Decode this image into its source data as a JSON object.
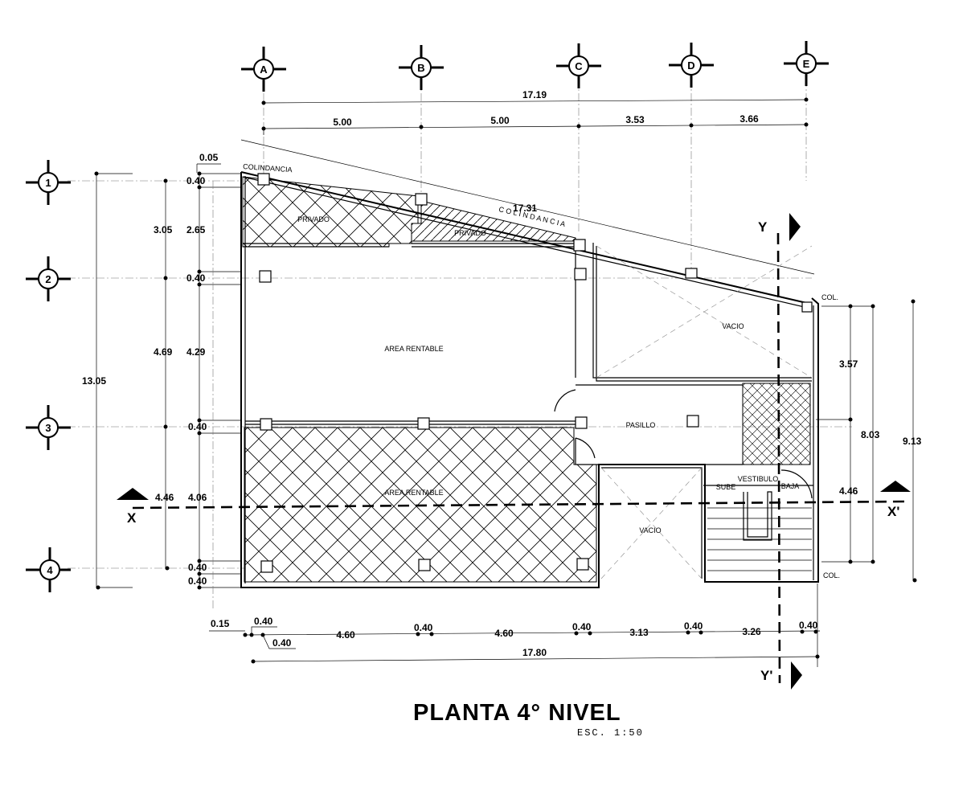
{
  "title": "PLANTA 4° NIVEL",
  "scale": "ESC.   1:50",
  "axes": {
    "columns": [
      "A",
      "B",
      "C",
      "D",
      "E"
    ],
    "rows": [
      "1",
      "2",
      "3",
      "4"
    ]
  },
  "top_dims": {
    "overall": "17.19",
    "spans": [
      "5.00",
      "5.00",
      "3.53",
      "3.66"
    ],
    "offset": "0.05"
  },
  "left_dims": {
    "overall": "13.05",
    "outer": [
      "3.05",
      "4.69",
      "4.46"
    ],
    "inner": [
      "2.65",
      "4.29",
      "4.06"
    ],
    "columns": [
      "0.40",
      "0.40",
      "0.40",
      "0.40",
      "0.40"
    ]
  },
  "right_dims": {
    "overall": "9.13",
    "mid": "8.03",
    "spans": [
      "3.57",
      "4.46"
    ]
  },
  "bottom_dims": {
    "overall": "17.80",
    "edge": "0.15",
    "small": [
      "0.40",
      "0.40",
      "0.40",
      "0.40",
      "0.40",
      "0.40"
    ],
    "spans": [
      "4.60",
      "4.60",
      "3.13",
      "3.26"
    ]
  },
  "labels": {
    "colindancia_top": "COLINDANCIA",
    "colindancia_diag": "C O L I N D A N C I A",
    "diag_length": "17.31",
    "privado_1": "PRIVADO",
    "privado_2": "PRIVADO",
    "area_rentable_1": "AREA RENTABLE",
    "area_rentable_2": "AREA RENTABLE",
    "vacio_1": "VACIO",
    "vacio_2": "VACIO",
    "pasillo": "PASILLO",
    "vestibulo": "VESTIBULO",
    "sube": "SUBE",
    "baja": "BAJA",
    "col_1": "COL.",
    "col_2": "COL."
  },
  "cuts": {
    "x": "X",
    "x_prime": "X'",
    "y": "Y",
    "y_prime": "Y'"
  }
}
